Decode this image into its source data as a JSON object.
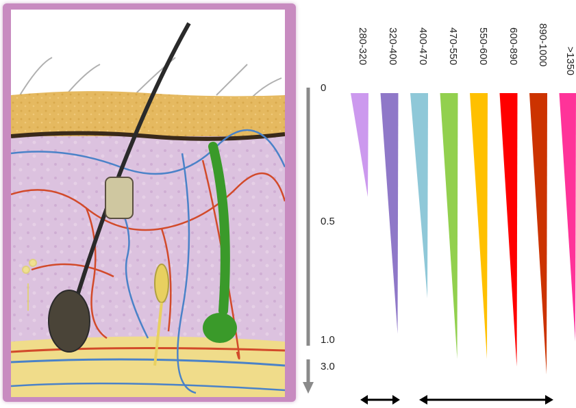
{
  "depth_scale": {
    "ticks": [
      "0",
      "0.5",
      "1.0",
      "3.0"
    ]
  },
  "wavelength_bands": [
    {
      "label": "280-320",
      "color": "#cc99ee",
      "depth": 0.41
    },
    {
      "label": "320-400",
      "color": "#8f78c8",
      "depth": 0.95
    },
    {
      "label": "400-470",
      "color": "#8fc8d8",
      "depth": 0.81
    },
    {
      "label": "470-550",
      "color": "#92d04e",
      "depth": 1.05
    },
    {
      "label": "550-600",
      "color": "#ffc000",
      "depth": 1.05
    },
    {
      "label": "600-890",
      "color": "#ff0000",
      "depth": 1.08
    },
    {
      "label": "890-1000",
      "color": "#cc3300",
      "depth": 1.11
    },
    {
      "label": ">1350",
      "color": "#ff3399",
      "depth": 0.98
    }
  ],
  "colors": {
    "frame": "#c88bc0",
    "scale_arrow": "#8a8a8a",
    "epidermis": "#e5b960",
    "dermis": "#dcc2df",
    "subcutis": "#f0dc8a"
  },
  "icons": [
    "double-arrow-icon"
  ]
}
